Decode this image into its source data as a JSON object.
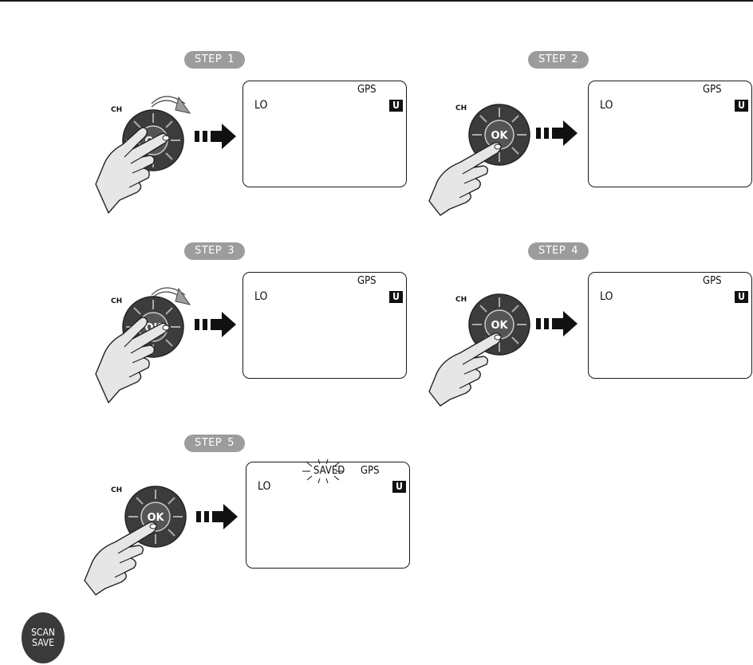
{
  "steps": [
    {
      "label": "STEP",
      "number": "1",
      "channel_label": "CH",
      "ok_label": "OK",
      "display": {
        "gps": "GPS",
        "mode": "LO",
        "badge": "U"
      }
    },
    {
      "label": "STEP",
      "number": "2",
      "channel_label": "CH",
      "ok_label": "OK",
      "display": {
        "gps": "GPS",
        "mode": "LO",
        "badge": "U"
      }
    },
    {
      "label": "STEP",
      "number": "3",
      "channel_label": "CH",
      "ok_label": "OK",
      "display": {
        "gps": "GPS",
        "mode": "LO",
        "badge": "U"
      }
    },
    {
      "label": "STEP",
      "number": "4",
      "channel_label": "CH",
      "ok_label": "OK",
      "display": {
        "gps": "GPS",
        "mode": "LO",
        "badge": "U"
      }
    },
    {
      "label": "STEP",
      "number": "5",
      "channel_label": "CH",
      "ok_label": "OK",
      "display": {
        "saved": "SAVED",
        "gps": "GPS",
        "mode": "LO",
        "badge": "U"
      }
    }
  ],
  "scan_button": {
    "line1": "SCAN",
    "line2": "SAVE"
  },
  "colors": {
    "knob_dark": "#3c3c3c",
    "knob_ring": "#555555",
    "pill": "#9c9c9c",
    "hand_fill": "#e6e6e6"
  }
}
